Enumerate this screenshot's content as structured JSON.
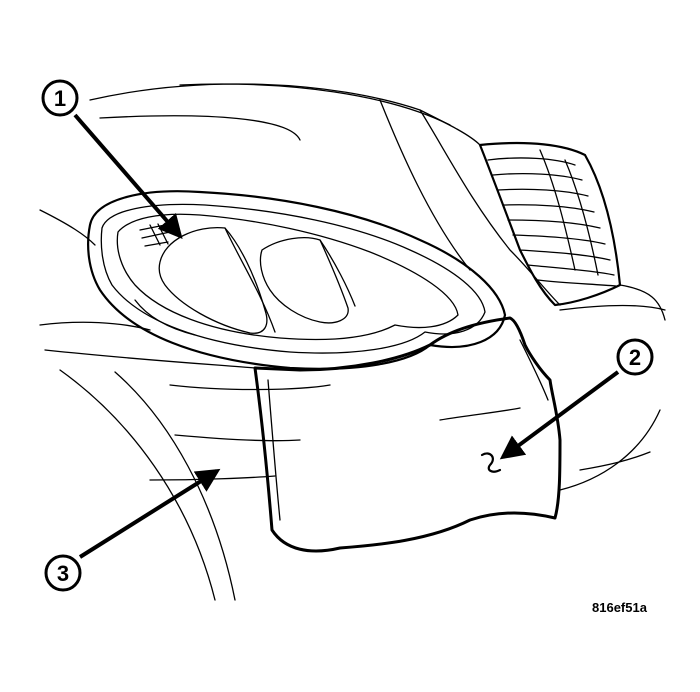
{
  "diagram": {
    "callouts": [
      {
        "id": "1",
        "label": "1"
      },
      {
        "id": "2",
        "label": "2"
      },
      {
        "id": "3",
        "label": "3"
      }
    ],
    "figure_id": "816ef51a"
  },
  "colors": {
    "line": "#000000",
    "background": "#ffffff"
  }
}
